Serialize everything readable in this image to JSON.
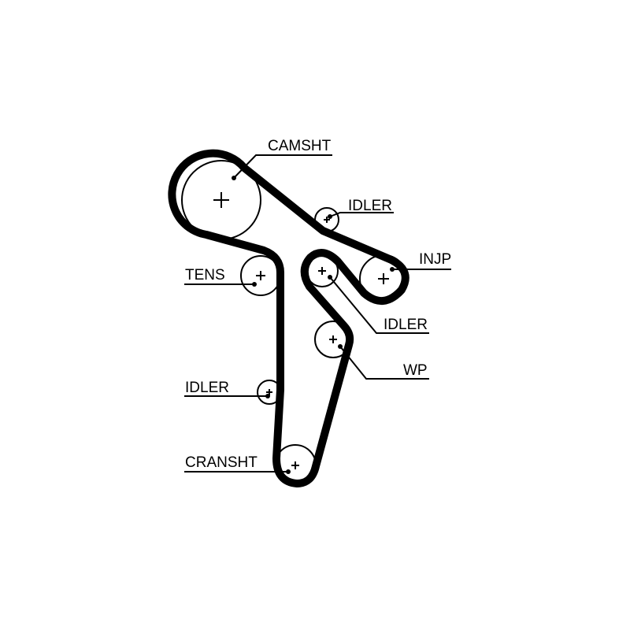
{
  "diagram": {
    "colors": {
      "ink": "#000000",
      "background": "#ffffff"
    },
    "labels": {
      "camsht": "CAMSHT",
      "idler_top": "IDLER",
      "injp": "INJP",
      "tens": "TENS",
      "idler_mid": "IDLER",
      "wp": "WP",
      "idler_left": "IDLER",
      "cranksht": "CRANSHT"
    }
  }
}
